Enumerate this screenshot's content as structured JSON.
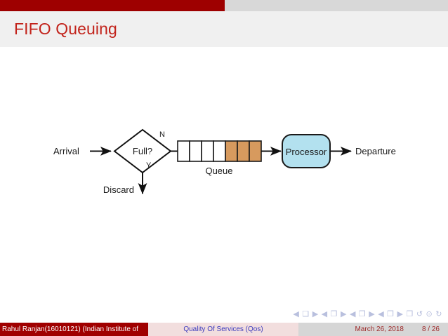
{
  "slide": {
    "title": "FIFO Queuing",
    "title_color": "#c2231b",
    "accent_color": "#9e0000",
    "topbar_color": "#9e0000",
    "topbar_inactive_color": "#d8d8d8",
    "title_band_color": "#f0f0f0",
    "body_color": "#ffffff"
  },
  "figure": {
    "name": "fifo-queuing-diagram",
    "arrival_label": "Arrival",
    "decision_label": "Full?",
    "branch_no_label": "N",
    "branch_yes_label": "Y",
    "discard_label": "Discard",
    "queue_label": "Queue",
    "processor_label": "Processor",
    "departure_label": "Departure",
    "queue_cells_total": 7,
    "queue_cells_filled": 3,
    "queue_fill_color": "#d79a5e",
    "queue_empty_color": "#ffffff",
    "queue_border_color": "#1a1a1a",
    "processor_fill_color": "#b3e1ef",
    "processor_border_color": "#1a1a1a",
    "line_color": "#111111"
  },
  "nav": {
    "symbols": "◀ ❑ ▶  ◀ ❐ ▶  ◀ ❒ ▶  ◀ ❒ ▶   ❒   ↺ ⊙ ↻",
    "color": "#b9c0de"
  },
  "footer": {
    "author": "Rahul Ranjan(16010121) (Indian Institute of",
    "title": "Quality Of Services (Qos)",
    "date": "March 26, 2018",
    "page": "8 / 26",
    "author_bg": "#a00000",
    "title_bg": "#f2dede",
    "right_bg": "#d6d6d6"
  }
}
